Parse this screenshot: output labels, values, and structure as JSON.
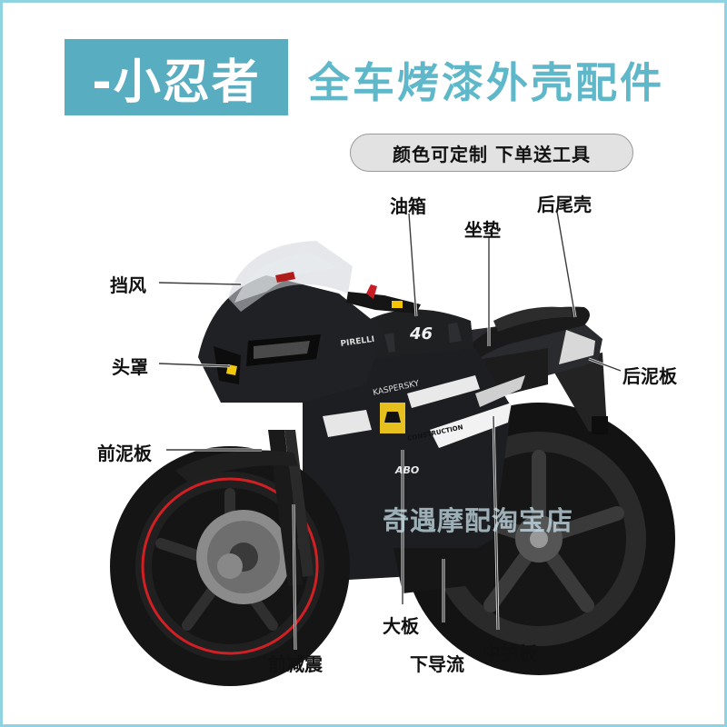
{
  "header": {
    "title": "-小忍者",
    "subtitle": "全车烤漆外壳配件",
    "pill": "颜色可定制  下单送工具"
  },
  "labels": {
    "windshield": "挡风",
    "headlight_cowl": "头罩",
    "front_fender": "前泥板",
    "fuel_tank": "油箱",
    "seat": "坐垫",
    "tail_shell": "后尾壳",
    "rear_fender": "后泥板",
    "big_panel": "大板",
    "lower_deflector": "下导流",
    "middle_guard": "中护板",
    "front_shock": "前减震"
  },
  "bike_text": {
    "tank_number": "46",
    "brand_strip": "PIRELLI",
    "side_logo": "KASPERSKY",
    "construction": "CONSTRUCTION",
    "abo": "ABO"
  },
  "watermark": "奇遇摩配淘宝店",
  "colors": {
    "accent": "#58aec0",
    "subtitle": "#5fb8c9",
    "border": "#8fd3e2",
    "body": "#1d1e21",
    "rim_stripe": "#d11f24"
  }
}
